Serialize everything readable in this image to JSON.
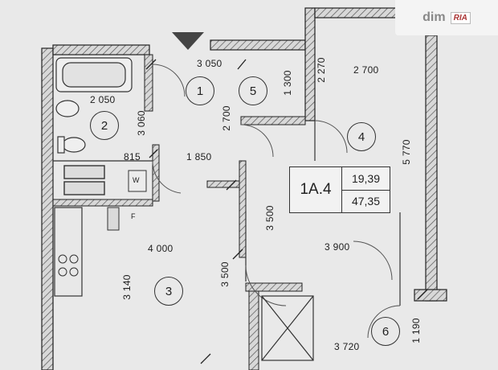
{
  "watermark": {
    "brand": "dim",
    "sub": "RIA"
  },
  "apartment": {
    "code": "1A.4",
    "living_area": "19,39",
    "total_area": "47,35"
  },
  "rooms": [
    "1",
    "2",
    "3",
    "4",
    "5",
    "6"
  ],
  "dimensions": {
    "d3050": "3 050",
    "d2050": "2 050",
    "d3060": "3 060",
    "d815": "815",
    "d1850": "1 850",
    "d2700_hall": "2 700",
    "d1300": "1 300",
    "d2270": "2 270",
    "d2700_top": "2 700",
    "d5770": "5 770",
    "d3500_a": "3 500",
    "d3500_b": "3 500",
    "d4000": "4 000",
    "d3140": "3 140",
    "d3900": "3 900",
    "d3720": "3 720",
    "d1190": "1 190"
  },
  "fixtures": {
    "washer": "W",
    "fridge": "F"
  }
}
